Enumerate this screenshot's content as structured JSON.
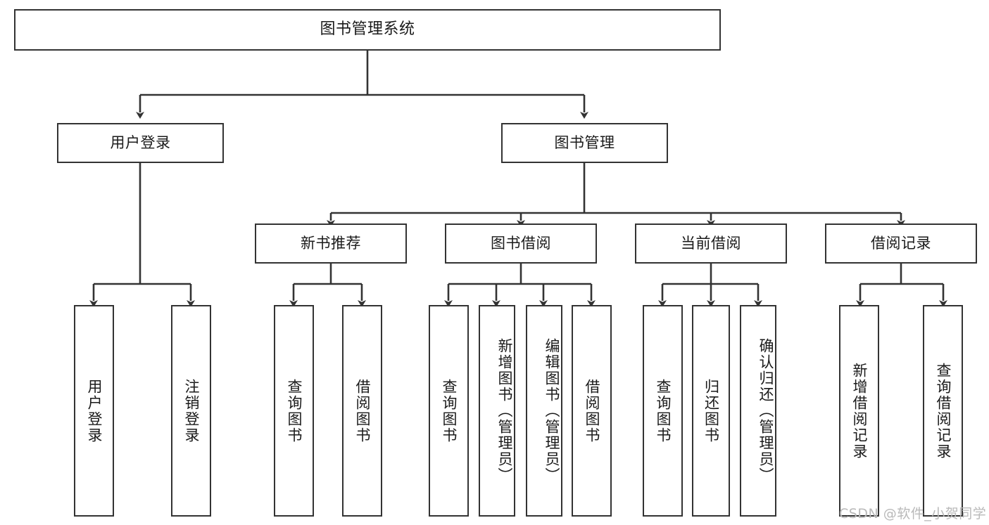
{
  "diagram": {
    "title": "图书管理系统",
    "watermark": "CSDN @软件_小贺同学",
    "stroke_color": "#333333",
    "background_color": "#ffffff",
    "text_color": "#1a1a1a",
    "watermark_color": "#b9b9b9",
    "nodes": {
      "root": "图书管理系统",
      "level2": [
        "用户登录",
        "图书管理"
      ],
      "level3": [
        "新书推荐",
        "图书借阅",
        "当前借阅",
        "借阅记录"
      ],
      "leaves": {
        "user_login": [
          "用户登录",
          "注销登录"
        ],
        "new_book_recommend": [
          "查询图书",
          "借阅图书"
        ],
        "book_borrow": [
          "查询图书",
          "新增图书（管理员）",
          "编辑图书（管理员）",
          "借阅图书"
        ],
        "current_borrow": [
          "查询图书",
          "归还图书",
          "确认归还（管理员）"
        ],
        "borrow_record": [
          "新增借阅记录",
          "查询借阅记录"
        ]
      }
    }
  }
}
